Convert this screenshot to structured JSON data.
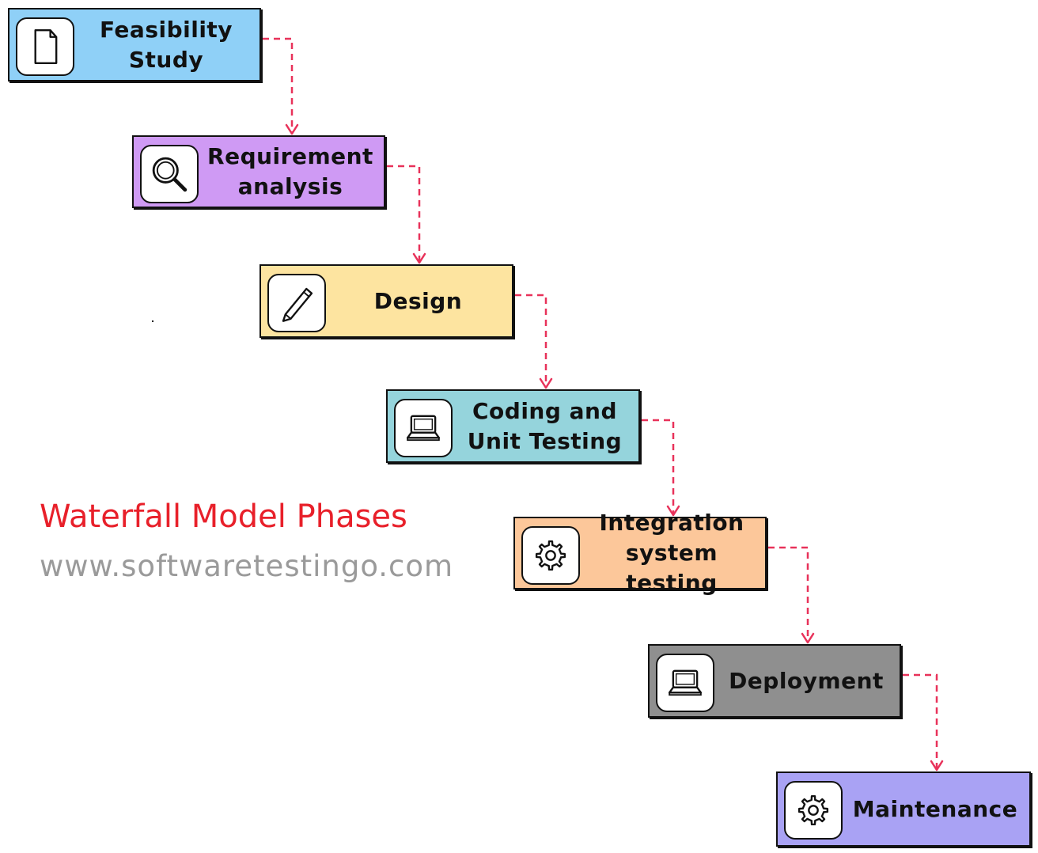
{
  "title": "Waterfall Model Phases",
  "website": "www.softwaretestingo.com",
  "connector_color": "#e8325a",
  "phases": [
    {
      "label": "Feasibility\nStudy",
      "icon": "document-icon",
      "color": "#8fd0f7"
    },
    {
      "label": "Requirement\nanalysis",
      "icon": "magnifier-icon",
      "color": "#cf9af4"
    },
    {
      "label": "Design",
      "icon": "pencil-icon",
      "color": "#fde4a0"
    },
    {
      "label": "Coding and\nUnit Testing",
      "icon": "laptop-icon",
      "color": "#95d4dc"
    },
    {
      "label": "Integration\nsystem testing",
      "icon": "gear-icon",
      "color": "#fcc79a"
    },
    {
      "label": "Deployment",
      "icon": "laptop-icon",
      "color": "#8f8f8f"
    },
    {
      "label": "Maintenance",
      "icon": "gear-icon",
      "color": "#a9a2f4"
    }
  ]
}
